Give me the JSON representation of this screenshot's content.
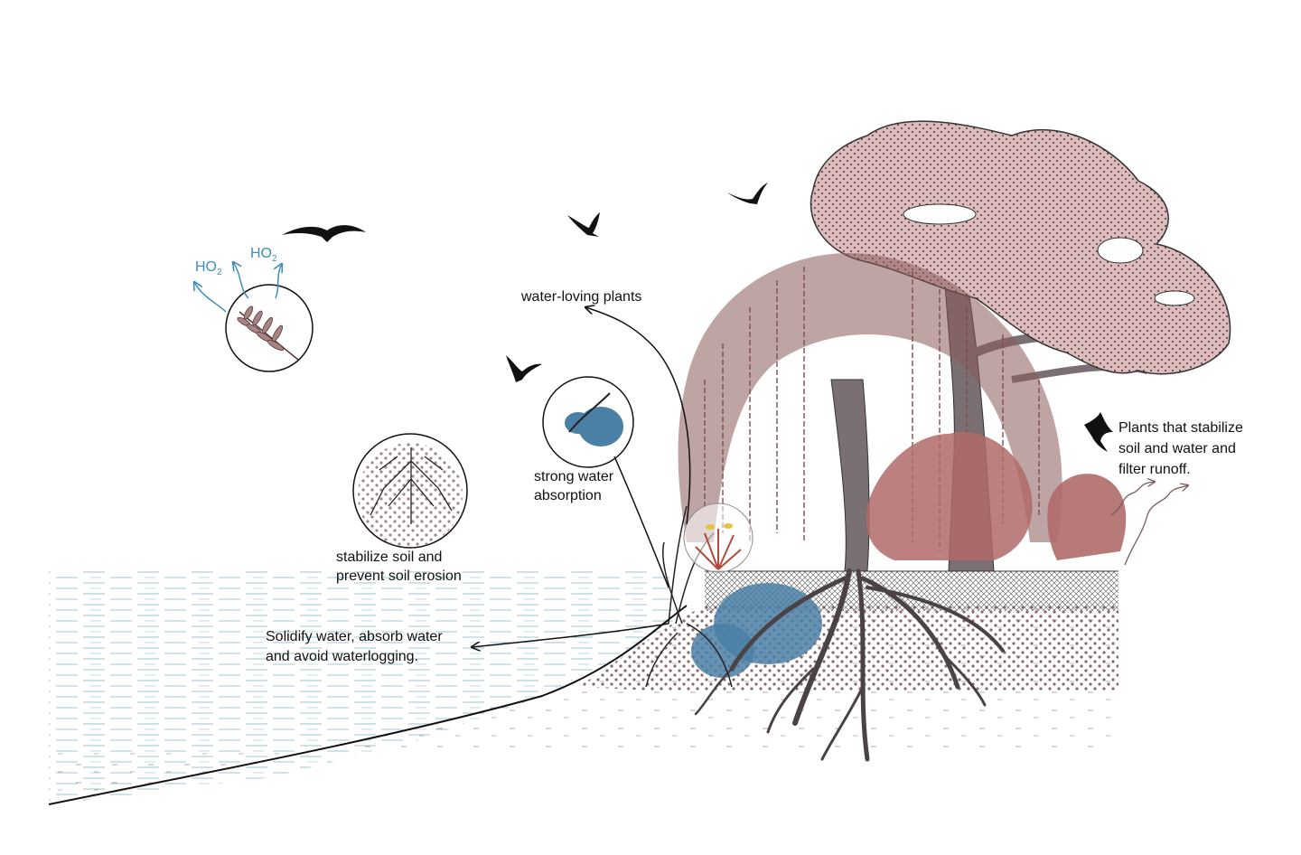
{
  "labels": {
    "water_loving": "water-loving plants",
    "strong_absorption_1": "strong water",
    "strong_absorption_2": "absorption",
    "stabilize_1": "stabilize soil and",
    "stabilize_2": "prevent soil erosion",
    "solidify_1": "Solidify water, absorb water",
    "solidify_2": "and avoid waterlogging.",
    "plants_stabilize_1": "Plants that stabilize",
    "plants_stabilize_2": "soil and water and",
    "plants_stabilize_3": "filter runoff."
  },
  "chem": {
    "left": {
      "base": "HO",
      "sub": "2"
    },
    "right": {
      "base": "HO",
      "sub": "2"
    }
  },
  "colors": {
    "canopy_pink": "#c9a3a3",
    "willow_brown": "#8a5a5a",
    "shrub_red": "#b06a6a",
    "trunk_gray": "#7a6f72",
    "root_dark": "#4a4244",
    "water_line": "#9fc6cf",
    "water_blue": "#4a7fa6",
    "soil_dot": "#8a6868",
    "chem_blue": "#3d8fb5"
  }
}
